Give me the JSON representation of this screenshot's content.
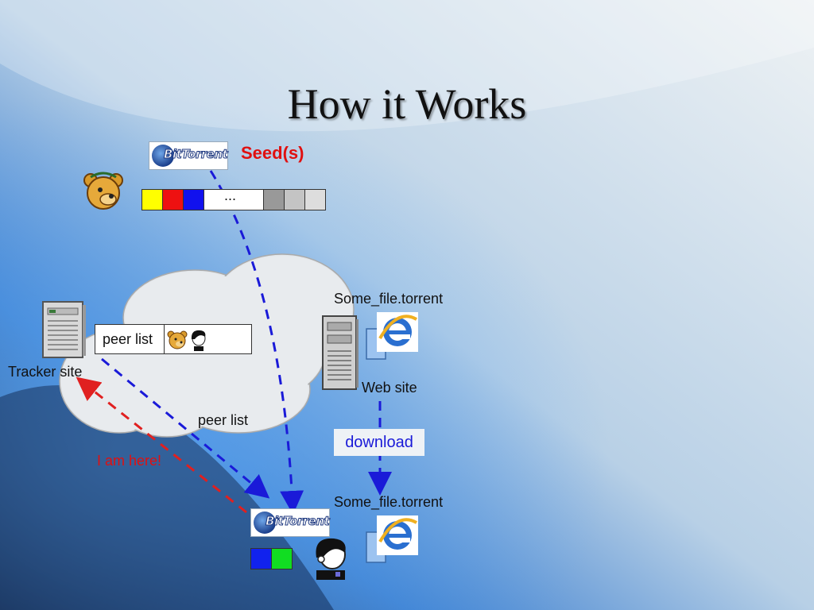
{
  "title": "How it Works",
  "seed_label": "Seed(s)",
  "bittorrent_logo_text": "BitTorrent",
  "seed_pieces": {
    "colors": [
      "#ffff00",
      "#ee1111",
      "#1111ee",
      "#ffffff",
      "#ffffff",
      "#ffffff",
      "#999999",
      "#c4c4c4",
      "#dddddd"
    ],
    "ellipsis": "..."
  },
  "tracker_label": "Tracker site",
  "peer_list_box_label": "peer list",
  "peer_list_arrow_label": "peer list",
  "i_am_here_label": "I am here!",
  "web_site_label": "Web site",
  "torrent_file_top": "Some_file.torrent",
  "torrent_file_bottom": "Some_file.torrent",
  "download_label": "download",
  "peer_pieces": {
    "colors": [
      "#1122ee",
      "#11dd22"
    ]
  },
  "colors": {
    "arrow_blue": "#1a1ad8",
    "arrow_red": "#e02020",
    "seed_red": "#e01010"
  },
  "icons": [
    "bittorrent-logo",
    "bear-avatar",
    "person-avatar",
    "server-icon",
    "ie-icon",
    "document-icon",
    "cloud"
  ]
}
